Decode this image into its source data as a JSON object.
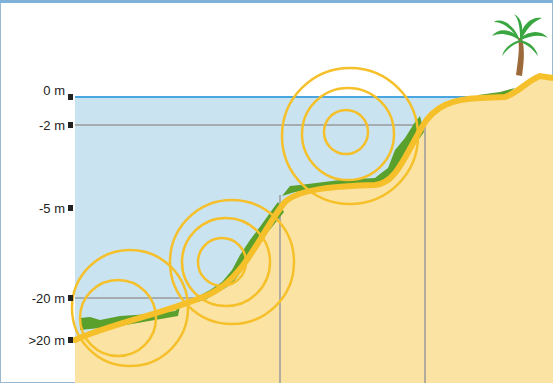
{
  "diagram": {
    "labels": [
      "0 m",
      "-2 m",
      "-5 m",
      "-20 m",
      ">20 m"
    ]
  }
}
